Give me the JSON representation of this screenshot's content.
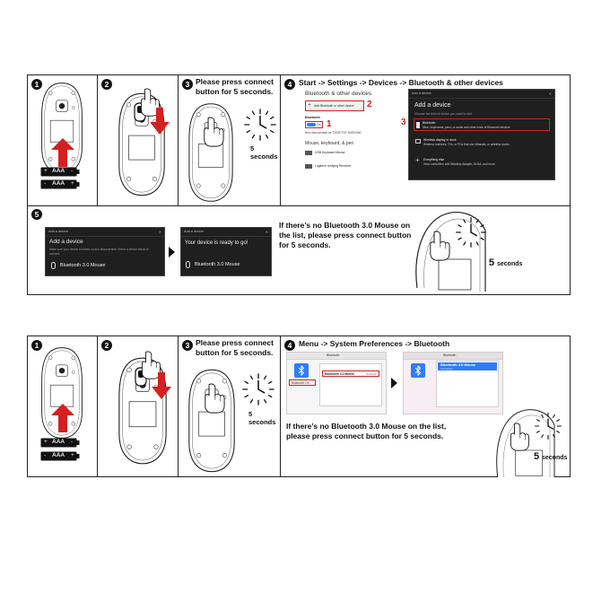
{
  "windows_section": {
    "steps": [
      {
        "number": "1"
      },
      {
        "number": "2"
      },
      {
        "number": "3",
        "caption": "Please press connect button for 5 seconds.",
        "seconds_label": "5 seconds"
      },
      {
        "number": "4",
        "caption": "Start -> Settings -> Devices -> Bluetooth & other devices"
      },
      {
        "number": "5",
        "caption": "If there’s no Bluetooth 3.0 Mouse on the list, please press connect button for 5 seconds.",
        "seconds_number": "5",
        "seconds_word": "seconds"
      }
    ],
    "battery_label": "AAA",
    "settings_window": {
      "title": "Bluetooth & other devices",
      "add_label": "Add Bluetooth or other device",
      "bluetooth_heading": "Bluetooth",
      "toggle_label": "On",
      "discoverable_text": "Now discoverable as \"DESKTOP-SW9VZ66\"",
      "group_heading": "Mouse, keyboard, & pen",
      "devices": [
        "USB Keyboard Mouse",
        "Logitech Unifying Receiver"
      ],
      "marker_2": "2",
      "marker_1": "1"
    },
    "add_device_window": {
      "bar_title": "Add a device",
      "heading": "Add a device",
      "subtitle": "Choose the kind of device you want to add.",
      "marker_3": "3",
      "options": [
        {
          "title": "Bluetooth",
          "desc": "Mice, keyboards, pens, or audio and other kinds of Bluetooth devices"
        },
        {
          "title": "Wireless display or dock",
          "desc": "Wireless monitors, TVs, or PCs that use Miracast, or wireless docks"
        },
        {
          "title": "Everything else",
          "desc": "Xbox controllers with Wireless Adapter, DLNA, and more"
        }
      ]
    },
    "step5_window_a": {
      "bar_title": "Add a device",
      "heading": "Add a device",
      "subtitle": "Make sure your device is turned on and discoverable. Select a device below to connect.",
      "device": "Bluetooth 3.0 Mouse"
    },
    "step5_window_b": {
      "bar_title": "Add a device",
      "heading": "Your device is ready to go!",
      "device": "Bluetooth 3.0 Mouse"
    }
  },
  "mac_section": {
    "steps": [
      {
        "number": "1"
      },
      {
        "number": "2"
      },
      {
        "number": "3",
        "caption": "Please press connect button for 5 seconds.",
        "seconds_label": "5 seconds"
      },
      {
        "number": "4",
        "caption": "Menu -> System Preferences -> Bluetooth",
        "extra_caption": "If there’s no Bluetooth 3.0 Mouse on the list, please press connect button for 5 seconds.",
        "seconds_number": "5",
        "seconds_word": "seconds"
      }
    ],
    "battery_label": "AAA",
    "mac_window_a": {
      "title": "Bluetooth",
      "status": "Bluetooth: On",
      "device": "Bluetooth 3.0 Mouse",
      "connect_label": "Connect"
    },
    "mac_window_b": {
      "title": "Bluetooth",
      "device": "Bluetooth 3.0 Mouse",
      "device_status": "Connected"
    }
  },
  "colors": {
    "accent_red": "#d42020",
    "bluetooth_blue": "#2f7df6",
    "border": "#222222"
  }
}
